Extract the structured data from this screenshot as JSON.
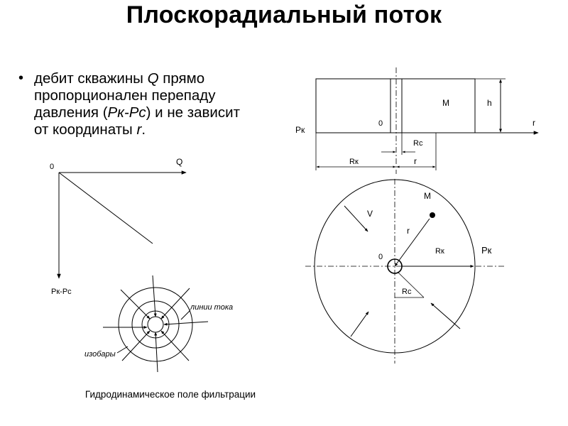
{
  "title": "Плоскорадиальный поток",
  "bullet": {
    "lines": [
      [
        "дебит скважины ",
        "Q",
        " прямо"
      ],
      [
        "пропорционален перепаду"
      ],
      [
        "давления (",
        "Pк-Pс",
        ") и не зависит"
      ],
      [
        "от координаты ",
        "r",
        "."
      ]
    ]
  },
  "graph": {
    "origin_label": "0",
    "x_label": "Q",
    "y_label": "Pк-Pс"
  },
  "rings": {
    "label_streamlines": "линии тока",
    "label_isobars": "изобары"
  },
  "side_view": {
    "label_pk": "Pк",
    "label_zero": "0",
    "label_m": "M",
    "label_h": "h",
    "label_r_axis": "r",
    "label_rc": "Rс",
    "label_rk": "Rк",
    "label_r": "r"
  },
  "top_view": {
    "label_m": "M",
    "label_v": "V",
    "label_r": "r",
    "label_zero": "0",
    "label_rk": "Rк",
    "label_pk": "Pк",
    "label_rc": "Rс"
  },
  "caption": "Гидродинамическое поле фильтрации"
}
